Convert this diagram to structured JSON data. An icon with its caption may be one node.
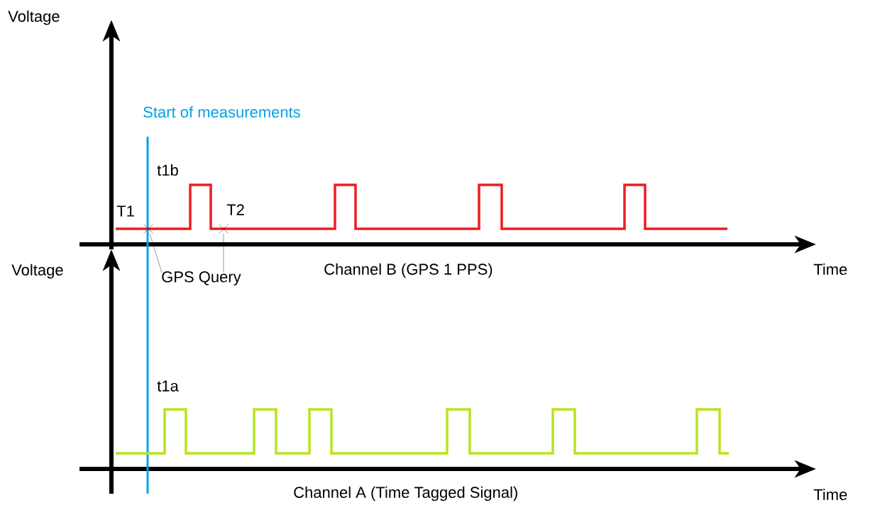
{
  "diagram": {
    "nodes": [
      {
        "text": [
          "GPS Query"
        ]
      },
      {
        "text": [],
        "shape": "cross"
      },
      {
        "text": [],
        "shape": "cross"
      }
    ],
    "edges": [
      {
        "from": 0,
        "to": 1,
        "arrow": "none"
      },
      {
        "from": 0,
        "to": 2,
        "arrow": "none"
      }
    ],
    "labels": [
      "Voltage",
      "Start of measurements",
      "t1b",
      "T1",
      "T2",
      "Voltage",
      "Channel B (GPS 1 PPS)",
      "Time",
      "t1a",
      "Channel A (Time Tagged Signal)",
      "Time"
    ]
  }
}
